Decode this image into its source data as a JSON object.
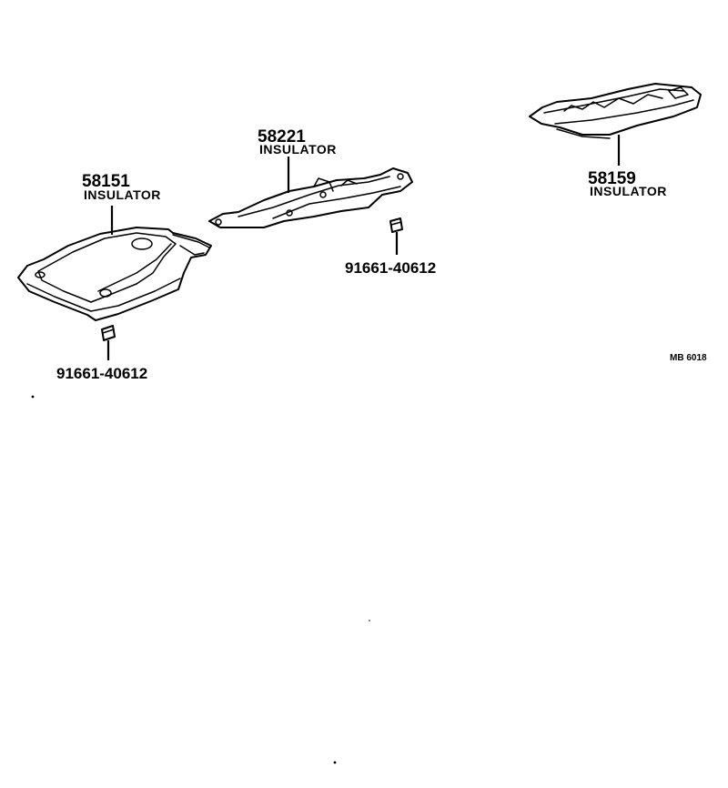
{
  "parts": [
    {
      "id": "insulator-58151",
      "number": "58151",
      "name": "INSULATOR"
    },
    {
      "id": "insulator-58221",
      "number": "58221",
      "name": "INSULATOR"
    },
    {
      "id": "insulator-58159",
      "number": "58159",
      "name": "INSULATOR"
    }
  ],
  "bolts": [
    {
      "id": "bolt-left",
      "number": "91661-40612"
    },
    {
      "id": "bolt-center",
      "number": "91661-40612"
    }
  ],
  "reference_code": "MB 6018"
}
